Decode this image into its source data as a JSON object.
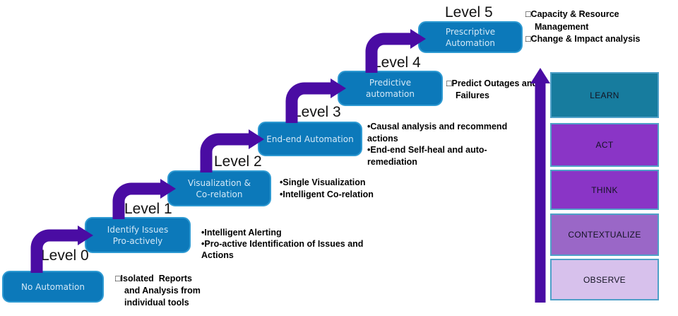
{
  "colors": {
    "stage_box_fill": "#0c79ba",
    "stage_box_border": "#2e9ad2",
    "stage_box_text": "#d3e8f6",
    "arrow_purple": "#4a0ca3",
    "learn_fill": "#177c9e",
    "act_fill": "#8a35c6",
    "think_fill": "#8a35c6",
    "contextualize_fill": "#9a67c7",
    "observe_fill": "#d7c1ec",
    "pyramid_border": "#4fa0c8",
    "bullet_text": "#000000",
    "level_label_text": "#121212"
  },
  "levels": [
    {
      "label": "Level 0",
      "box_lines": [
        "No Automation"
      ],
      "bullet_lines": [
        "□Isolated  Reports",
        "and Analysis from",
        "individual tools"
      ]
    },
    {
      "label": "Level 1",
      "box_lines": [
        "Identify Issues",
        "Pro-actively"
      ],
      "bullet_lines": [
        "•Intelligent Alerting",
        "•Pro-active Identification of Issues and",
        "Actions"
      ]
    },
    {
      "label": "Level 2",
      "box_lines": [
        "Visualization &",
        "Co-relation"
      ],
      "bullet_lines": [
        "•Single Visualization",
        "•Intelligent Co-relation"
      ]
    },
    {
      "label": "Level 3",
      "box_lines": [
        "End-end Automation"
      ],
      "bullet_lines": [
        "•Causal analysis and recommend",
        "actions",
        "•End-end Self-heal and auto-",
        "remediation"
      ]
    },
    {
      "label": "Level 4",
      "box_lines": [
        "Predictive",
        "automation"
      ],
      "bullet_lines": [
        "□Predict Outages and",
        "Failures"
      ]
    },
    {
      "label": "Level 5",
      "box_lines": [
        "Prescriptive",
        "Automation"
      ],
      "bullet_lines": [
        "□Capacity & Resource",
        "Management",
        "□Change & Impact analysis"
      ]
    }
  ],
  "pyramid": {
    "items": [
      {
        "label": "LEARN"
      },
      {
        "label": "ACT"
      },
      {
        "label": "THINK"
      },
      {
        "label": "CONTEXTUALIZE"
      },
      {
        "label": "OBSERVE"
      }
    ]
  }
}
